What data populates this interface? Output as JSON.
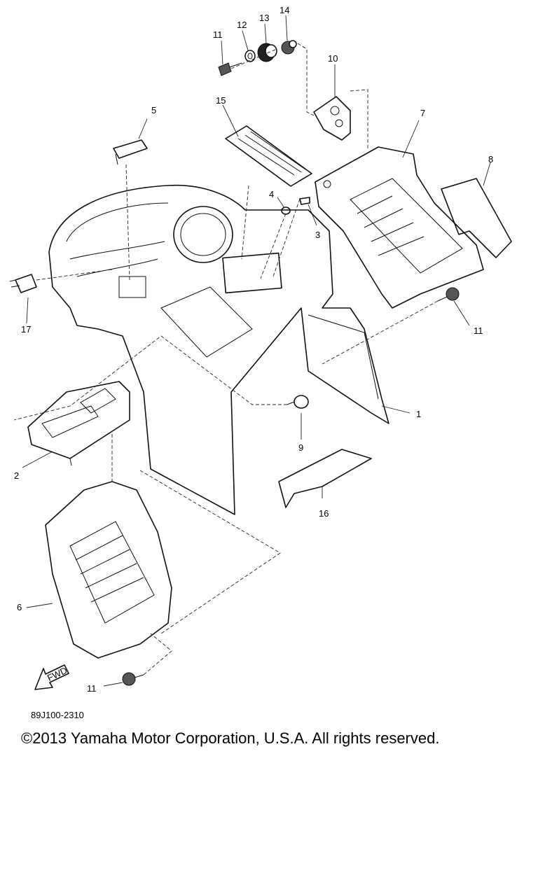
{
  "diagram": {
    "callouts": [
      {
        "id": "1",
        "label": "1"
      },
      {
        "id": "2",
        "label": "2"
      },
      {
        "id": "3",
        "label": "3"
      },
      {
        "id": "4",
        "label": "4"
      },
      {
        "id": "5",
        "label": "5"
      },
      {
        "id": "6",
        "label": "6"
      },
      {
        "id": "7",
        "label": "7"
      },
      {
        "id": "8",
        "label": "8"
      },
      {
        "id": "9",
        "label": "9"
      },
      {
        "id": "10",
        "label": "10"
      },
      {
        "id": "11a",
        "label": "11"
      },
      {
        "id": "11b",
        "label": "11"
      },
      {
        "id": "11c",
        "label": "11"
      },
      {
        "id": "12",
        "label": "12"
      },
      {
        "id": "13",
        "label": "13"
      },
      {
        "id": "14",
        "label": "14"
      },
      {
        "id": "15",
        "label": "15"
      },
      {
        "id": "16",
        "label": "16"
      },
      {
        "id": "17",
        "label": "17"
      }
    ],
    "fwd_label": "FWD"
  },
  "footer": {
    "drawing_id": "89J100-2310",
    "copyright": "©2013 Yamaha Motor Corporation, U.S.A. All rights reserved."
  }
}
